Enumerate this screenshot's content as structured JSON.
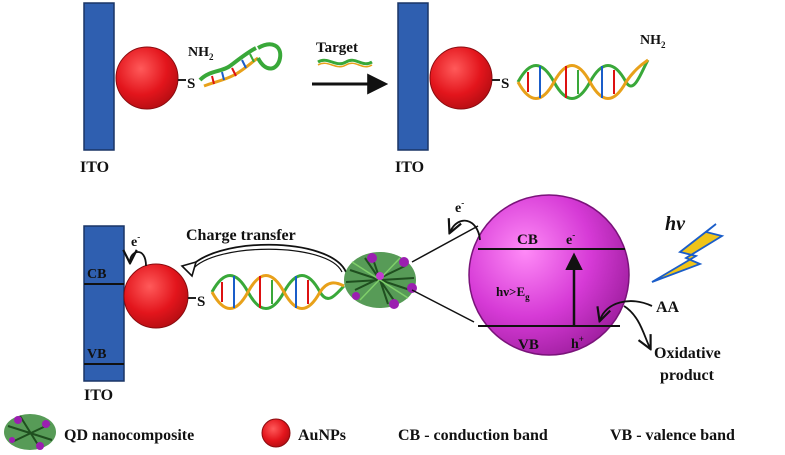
{
  "colors": {
    "electrode": "#2f5fb0",
    "electrode_stroke": "#1a3566",
    "aunp": "#e3151c",
    "aunp_stroke": "#8a0b0f",
    "qd_sphere_light": "#f06ef0",
    "qd_sphere_dark": "#a61fa6",
    "lightning": "#f0c419",
    "qd_green": "#3a8a3a",
    "qd_purple": "#9b1fb0"
  },
  "panel_top": {
    "left_electrode_label": "ITO",
    "right_electrode_label": "ITO",
    "probe_end_label": "NH",
    "probe_end_sub": "2",
    "thiol_label_left": "S",
    "thiol_label_right": "S",
    "arrow_label": "Target",
    "product_end_label": "NH",
    "product_end_sub": "2"
  },
  "panel_bottom": {
    "electrode_label": "ITO",
    "electrode_cb_label": "CB",
    "electrode_vb_label": "VB",
    "electron_label_left": "e",
    "electron_label_left_sup": "-",
    "charge_transfer_label": "Charge transfer",
    "thiol_label": "S",
    "electron_label_qd": "e",
    "electron_label_qd_sup": "-",
    "qd_cb_label": "CB",
    "qd_vb_label": "VB",
    "qd_energy_label": "hν>E",
    "qd_energy_sub": "g",
    "qd_electron_label": "e",
    "qd_electron_sup": "-",
    "qd_hole_label": "h",
    "qd_hole_sup": "+",
    "light_label": "hν",
    "aa_label": "AA",
    "oxidative_line1": "Oxidative",
    "oxidative_line2": "product"
  },
  "legend": {
    "qd_label": "QD nanocomposite",
    "aunp_label": "AuNPs",
    "cb_def": "CB - conduction band",
    "vb_def": "VB - valence band"
  }
}
